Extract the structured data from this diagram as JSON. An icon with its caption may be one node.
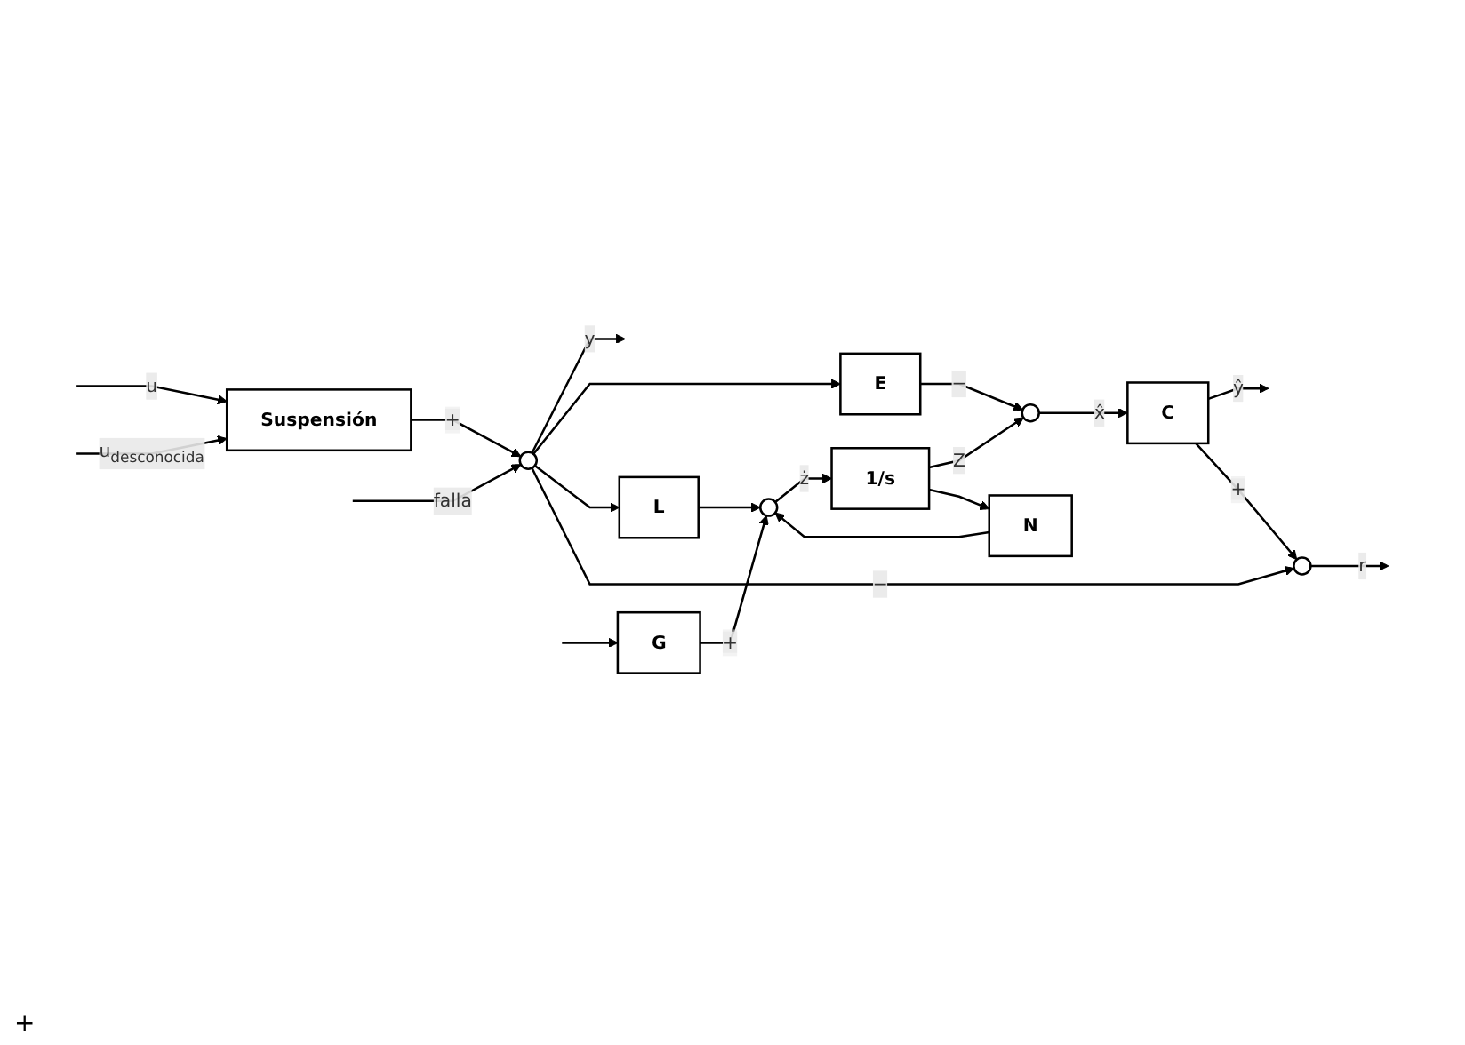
{
  "diagram": {
    "nodes": [
      {
        "text": [
          "Suspensión"
        ]
      },
      {
        "text": [],
        "shape": "circle"
      },
      {
        "text": [
          "G"
        ]
      },
      {
        "text": [
          "L"
        ]
      },
      {
        "text": [],
        "shape": "circle"
      },
      {
        "text": [
          "1/s"
        ]
      },
      {
        "text": [
          "N"
        ]
      },
      {
        "text": [
          "E"
        ]
      },
      {
        "text": [],
        "shape": "circle"
      },
      {
        "text": [
          "C"
        ]
      },
      {
        "text": [],
        "shape": "circle"
      }
    ],
    "edges": [
      {
        "from": null,
        "to": 0,
        "arrow": "to",
        "label": "u"
      },
      {
        "from": null,
        "to": 2,
        "arrow": "to"
      },
      {
        "from": null,
        "to": 0,
        "arrow": "to",
        "label": "u$_{desconocida}$"
      },
      {
        "from": 0,
        "to": 1,
        "arrow": "to",
        "label": "+"
      },
      {
        "from": null,
        "to": 1,
        "arrow": "to",
        "label": "falla"
      },
      {
        "from": 1,
        "to": null,
        "arrow": "to",
        "label": "y"
      },
      {
        "from": 1,
        "to": 7,
        "arrow": "to"
      },
      {
        "from": 1,
        "to": 3,
        "arrow": "to"
      },
      {
        "from": 1,
        "to": 10,
        "arrow": "to",
        "label": "−"
      },
      {
        "from": 10,
        "to": null,
        "arrow": "to",
        "label": "r"
      },
      {
        "from": 2,
        "to": 4,
        "arrow": "to",
        "label": "+"
      },
      {
        "from": 3,
        "to": 4,
        "arrow": "to"
      },
      {
        "from": 6,
        "to": 4,
        "arrow": "to"
      },
      {
        "from": 4,
        "to": 5,
        "arrow": "to",
        "label": "ż"
      },
      {
        "from": 5,
        "to": 8,
        "arrow": "to",
        "label": "Z"
      },
      {
        "from": 5,
        "to": 6,
        "arrow": "to"
      },
      {
        "from": 7,
        "to": 8,
        "arrow": "to",
        "label": "−"
      },
      {
        "from": 8,
        "to": 9,
        "arrow": "to",
        "label": "x̂"
      },
      {
        "from": 9,
        "to": null,
        "arrow": "to",
        "label": "ŷ"
      },
      {
        "from": 9,
        "to": 10,
        "arrow": "to",
        "label": "+"
      }
    ],
    "labels": [
      "+"
    ]
  }
}
